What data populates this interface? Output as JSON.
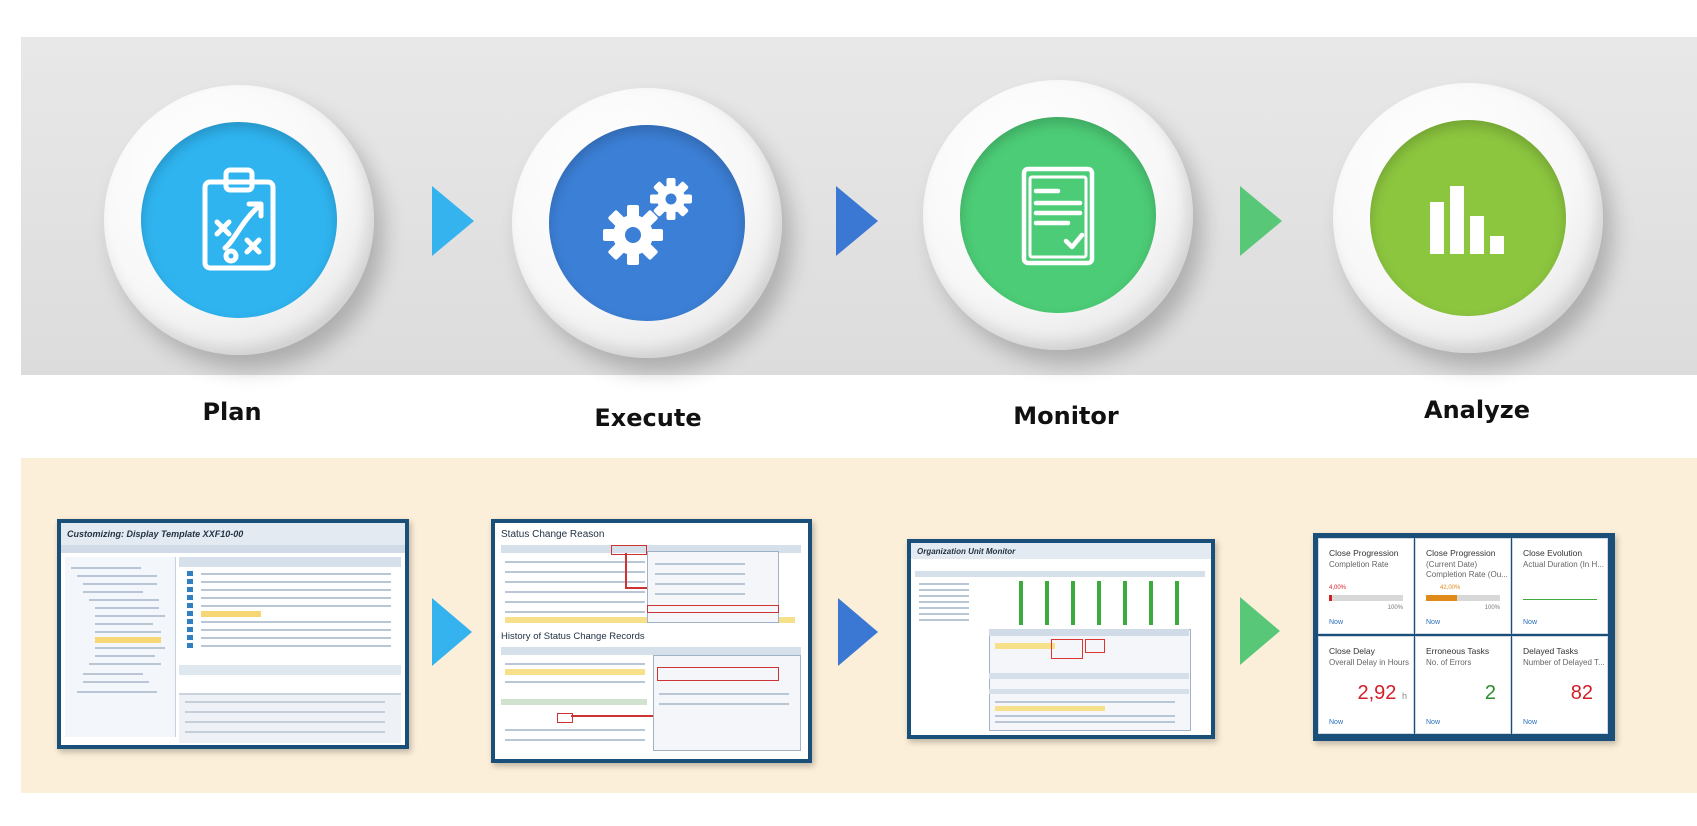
{
  "stages": [
    {
      "label": "Plan",
      "icon": "clipboard-strategy-icon",
      "color": "#2fb4f0"
    },
    {
      "label": "Execute",
      "icon": "gears-icon",
      "color": "#3c7fd6"
    },
    {
      "label": "Monitor",
      "icon": "checklist-document-icon",
      "color": "#4ccc76"
    },
    {
      "label": "Analyze",
      "icon": "bar-chart-icon",
      "color": "#8cc63f"
    }
  ],
  "arrow_colors": [
    "#35b3ef",
    "#3a78d4",
    "#58c878"
  ],
  "thumbnails": {
    "plan": {
      "title": "Customizing: Display Template XXF10-00"
    },
    "execute": {
      "title": "Status Change Reason",
      "subtitle": "History of Status Change Records"
    },
    "monitor": {
      "title": "Organization Unit Monitor"
    },
    "analyze": {
      "tiles": [
        {
          "title": "Close Progression",
          "subtitle": "Completion Rate",
          "marker": "4,00%",
          "max": "100%",
          "footer": "Now"
        },
        {
          "title": "Close Progression",
          "subtitle": "(Current Date)",
          "subtitle2": "Completion Rate (Ou...",
          "marker": "42,00%",
          "max": "100%",
          "footer": "Now"
        },
        {
          "title": "Close Evolution",
          "subtitle": "Actual Duration (In H...",
          "footer": "Now"
        },
        {
          "title": "Close Delay",
          "subtitle": "Overall Delay in Hours",
          "value": "2,92",
          "unit": "h",
          "value_color": "#d0202a",
          "footer": "Now"
        },
        {
          "title": "Erroneous Tasks",
          "subtitle": "No. of Errors",
          "value": "2",
          "value_color": "#2e8b2e",
          "footer": "Now"
        },
        {
          "title": "Delayed Tasks",
          "subtitle": "Number of Delayed T...",
          "value": "82",
          "value_color": "#d0202a",
          "footer": "Now"
        }
      ]
    }
  }
}
